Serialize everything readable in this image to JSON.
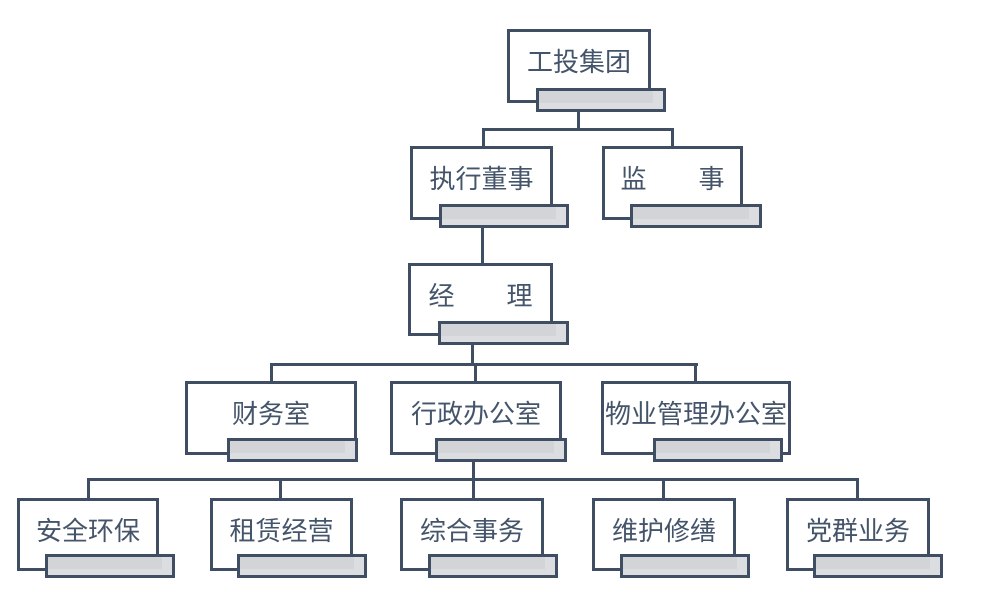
{
  "colors": {
    "line": "#3f4e63",
    "text": "#44546a",
    "boxfill": "#ffffff",
    "barfill": "#d3d4d7",
    "barlight": "#dcdde0",
    "background": "#ffffff"
  },
  "chart_type": "org-chart",
  "org": {
    "root": {
      "id": "gongtou-group",
      "label": "工投集团",
      "children": [
        {
          "id": "executive-director",
          "label": "执行董事",
          "children": [
            {
              "id": "manager",
              "label": "经　　理",
              "children": [
                {
                  "id": "finance-office",
                  "label": "财务室"
                },
                {
                  "id": "admin-office",
                  "label": "行政办公室",
                  "children": [
                    {
                      "id": "safety-environment",
                      "label": "安全环保"
                    },
                    {
                      "id": "leasing-operation",
                      "label": "租赁经营"
                    },
                    {
                      "id": "general-affairs",
                      "label": "综合事务"
                    },
                    {
                      "id": "maintenance-repair",
                      "label": "维护修缮"
                    },
                    {
                      "id": "party-mass-affairs",
                      "label": "党群业务"
                    }
                  ]
                },
                {
                  "id": "property-management-office",
                  "label": "物业管理办公室"
                }
              ]
            }
          ]
        },
        {
          "id": "supervisor",
          "label": "监　　事"
        }
      ]
    }
  }
}
